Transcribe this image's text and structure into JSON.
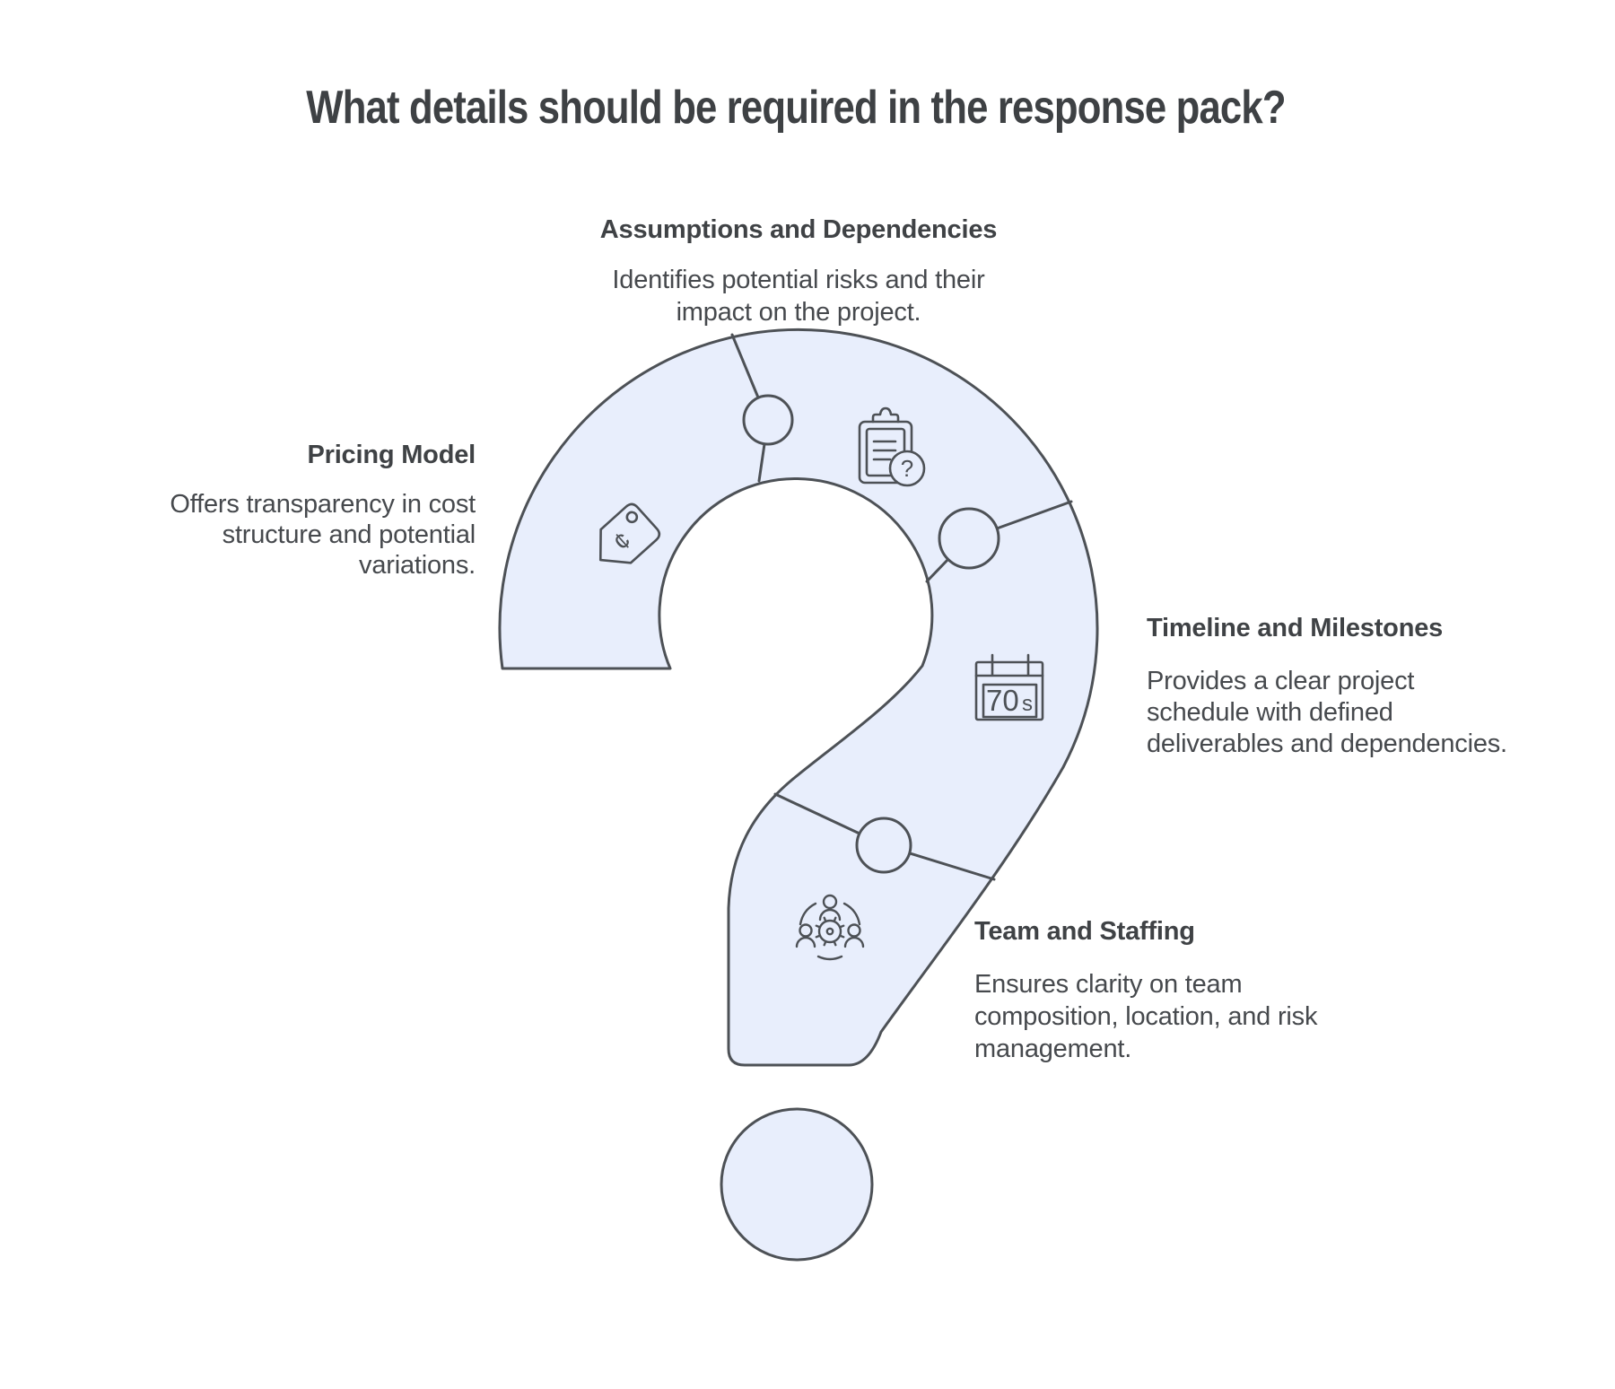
{
  "title": "What details should be required in the response pack?",
  "sections": {
    "assumptions": {
      "heading": "Assumptions and Dependencies",
      "lines": [
        "Identifies potential risks and their",
        "impact on the project."
      ]
    },
    "pricing": {
      "heading": "Pricing Model",
      "lines": [
        "Offers transparency in cost",
        "structure and potential",
        "variations."
      ]
    },
    "timeline": {
      "heading": "Timeline and Milestones",
      "lines": [
        "Provides a clear project",
        "schedule with defined",
        "deliverables and dependencies."
      ]
    },
    "team": {
      "heading": "Team and Staffing",
      "lines": [
        "Ensures clarity on team",
        "composition, location, and risk",
        "management."
      ]
    }
  },
  "icons": {
    "price_tag": {
      "name": "price-tag-icon",
      "symbol": "¢"
    },
    "clipboard": {
      "name": "clipboard-question-icon",
      "badge": "?"
    },
    "calendar": {
      "name": "calendar-icon",
      "number": "70",
      "suffix": "s"
    },
    "team": {
      "name": "team-gear-icon"
    }
  },
  "colors": {
    "background": "#ffffff",
    "piece_fill": "#e8eefc",
    "outline": "#4d5156",
    "heading_text": "#3f4245",
    "body_text": "#46494d"
  }
}
